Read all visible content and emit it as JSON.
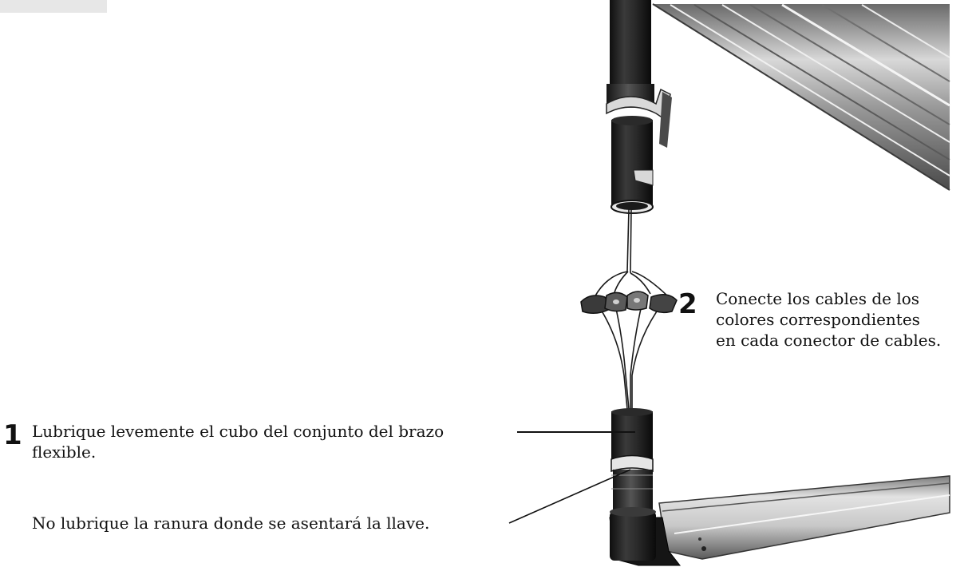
{
  "steps": [
    {
      "number": "1",
      "lines": [
        "Lubrique levemente el cubo del conjunto del brazo",
        "flexible."
      ],
      "note": "No lubrique la ranura donde se asentará la llave."
    },
    {
      "number": "2",
      "lines": [
        "Conecte los cables de los",
        "colores correspondientes",
        "en cada conector de cables."
      ]
    }
  ]
}
